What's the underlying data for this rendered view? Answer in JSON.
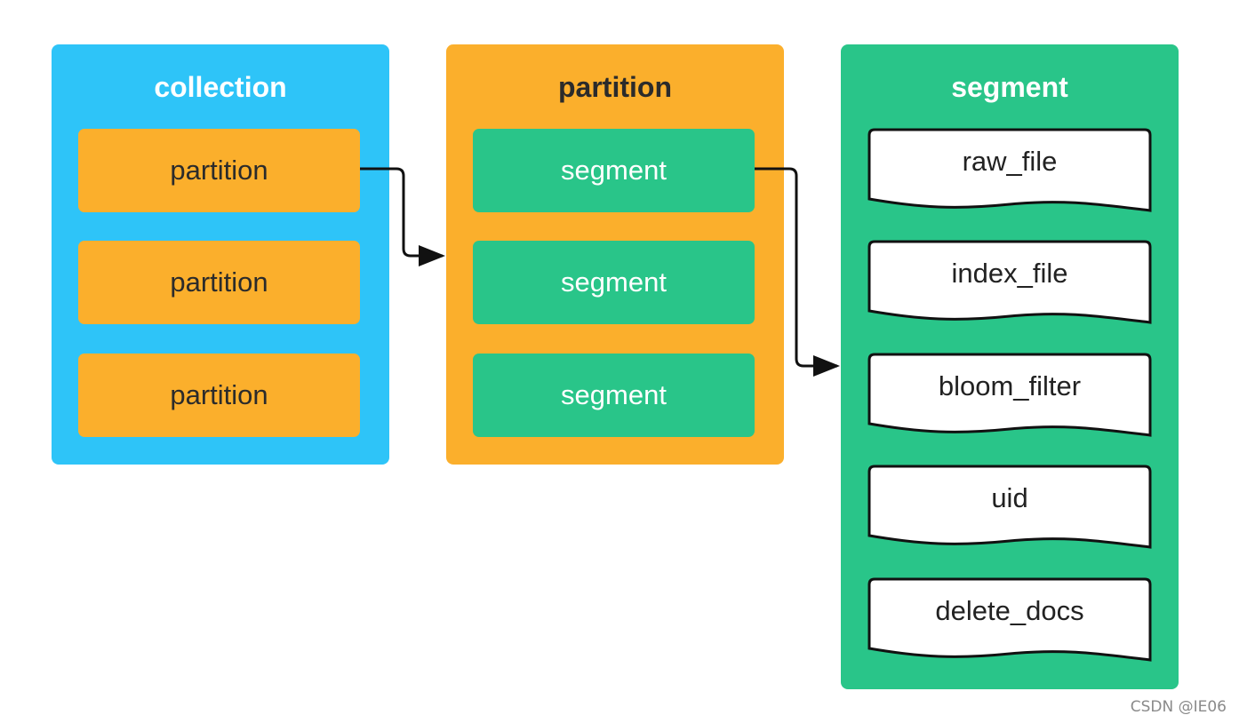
{
  "collection": {
    "title": "collection",
    "items": [
      "partition",
      "partition",
      "partition"
    ]
  },
  "partition": {
    "title": "partition",
    "items": [
      "segment",
      "segment",
      "segment"
    ]
  },
  "segment": {
    "title": "segment",
    "items": [
      "raw_file",
      "index_file",
      "bloom_filter",
      "uid",
      "delete_docs"
    ]
  },
  "colors": {
    "collection_bg": "#2ec4f8",
    "partition_bg": "#fbaf2c",
    "segment_bg": "#29c589"
  },
  "watermark": "CSDN @IE06"
}
